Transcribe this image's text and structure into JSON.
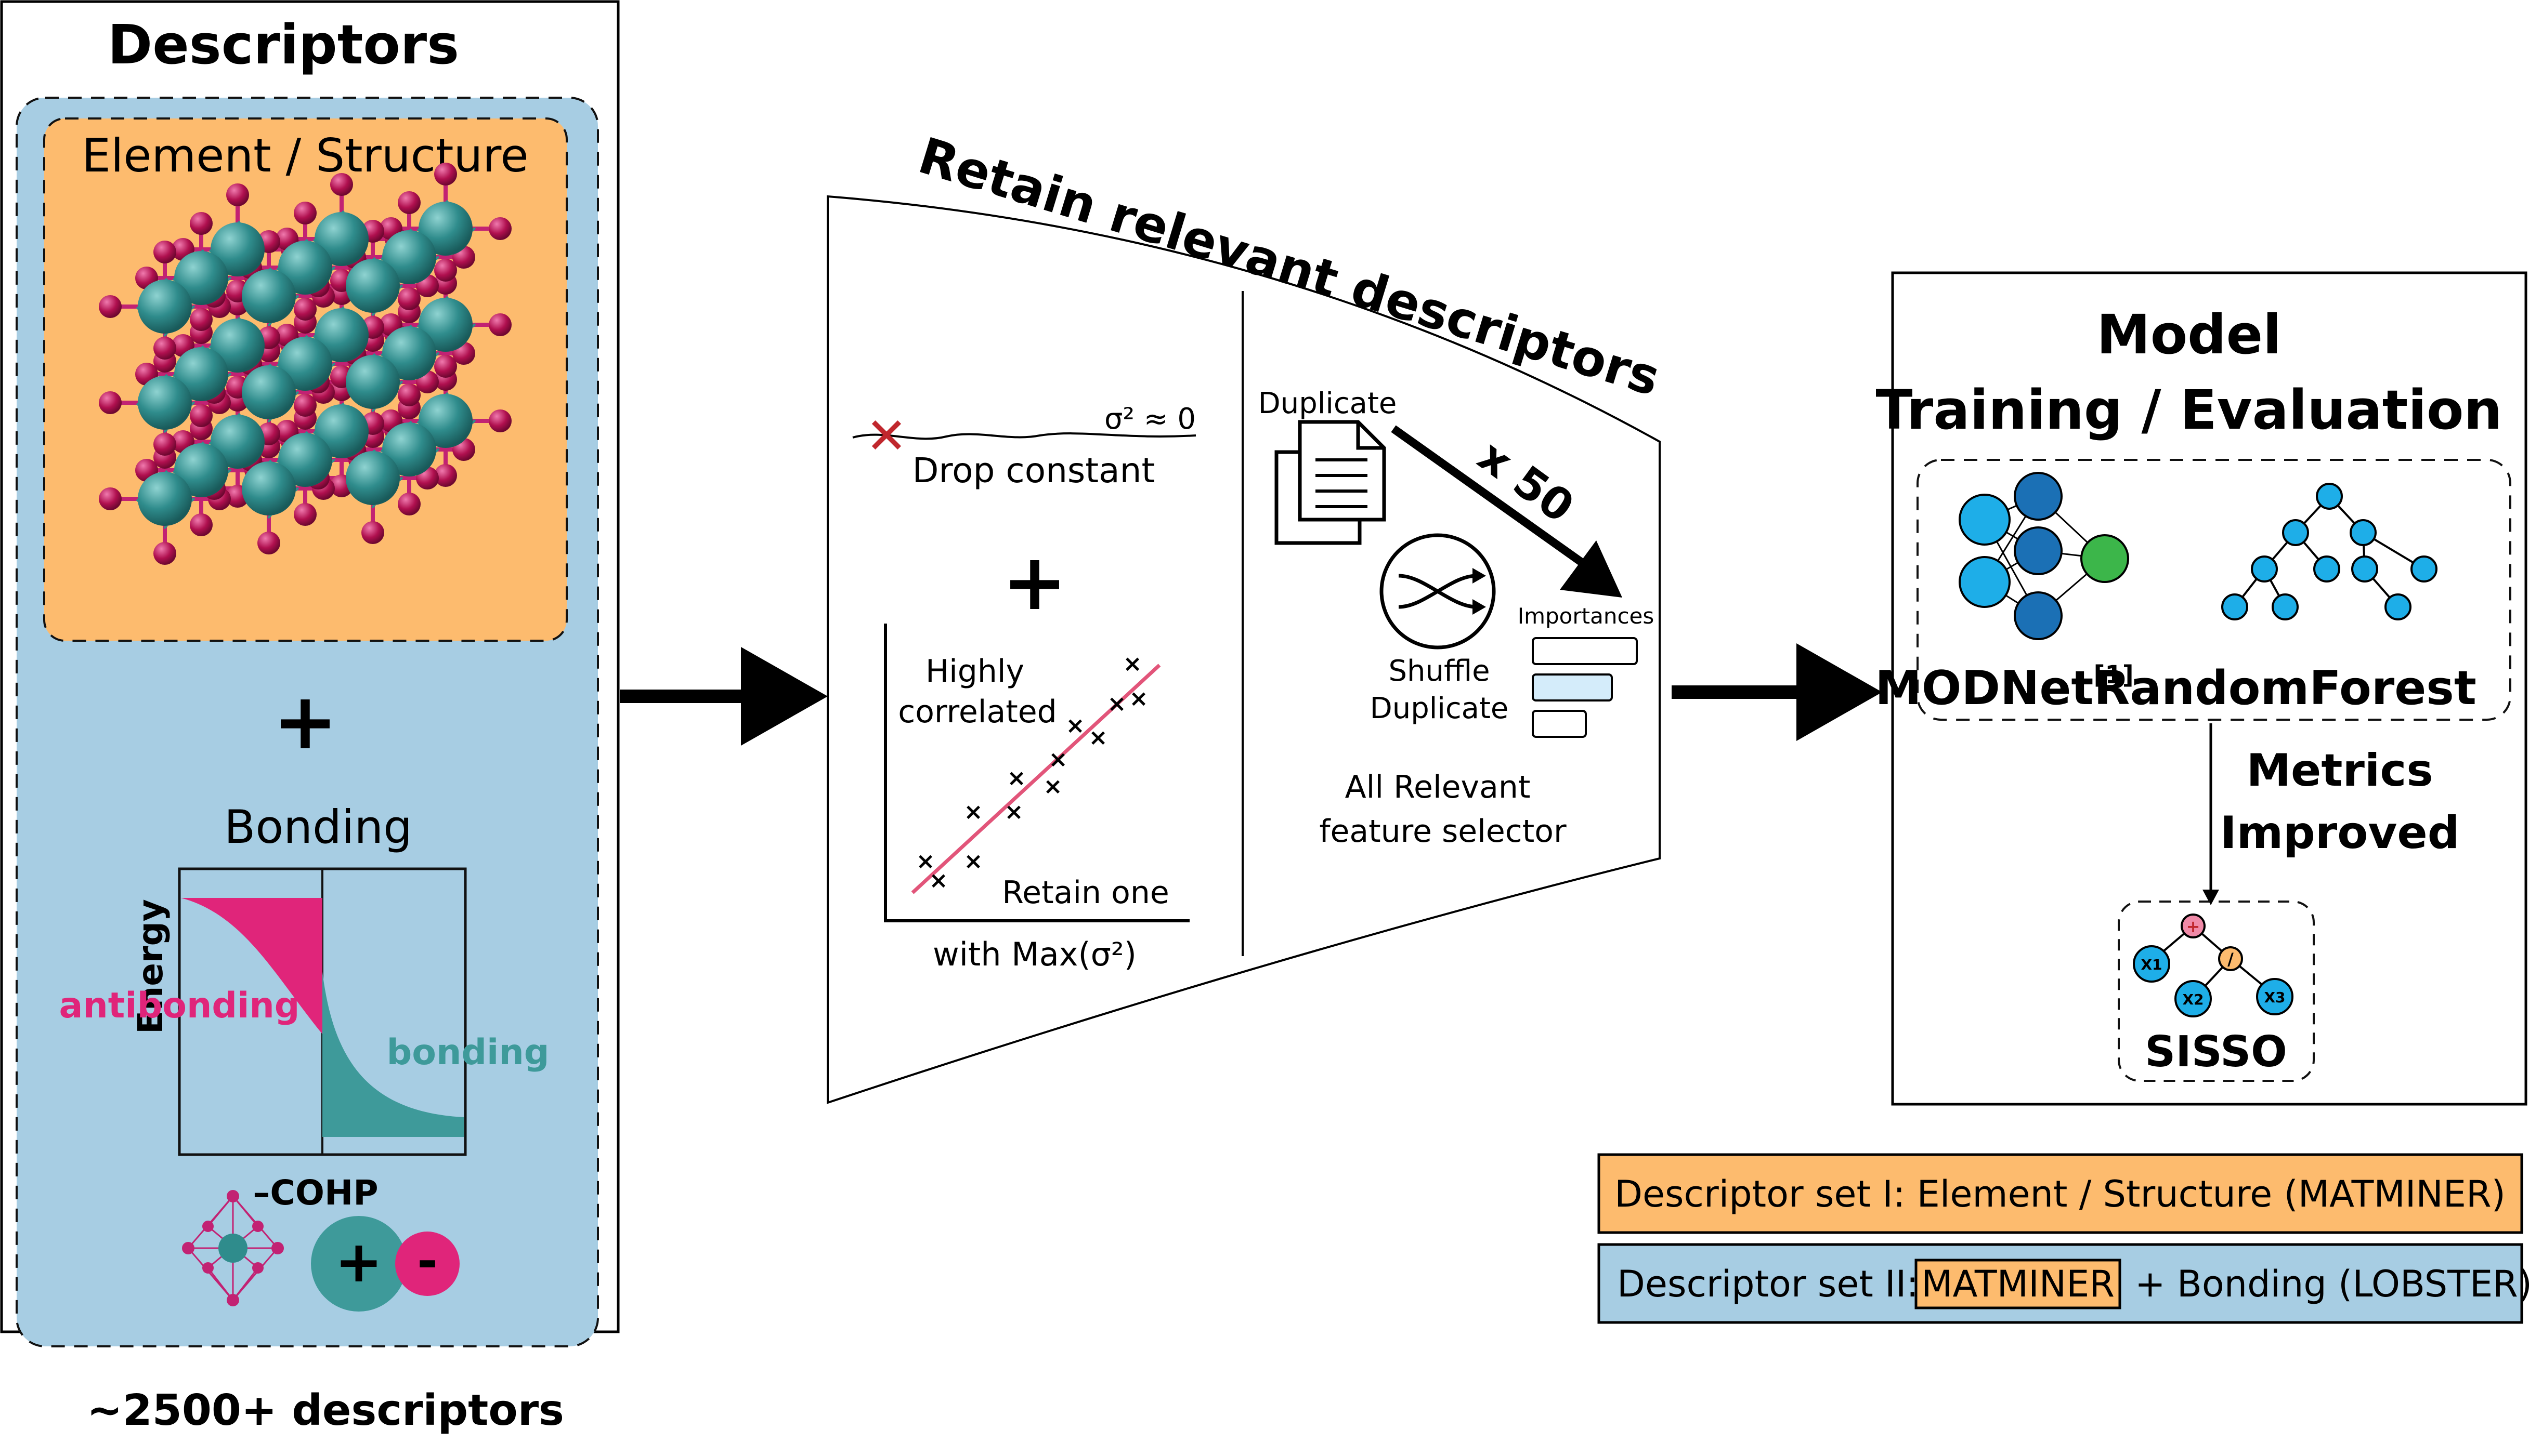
{
  "descriptors": {
    "title": "Descriptors",
    "element_structure_label": "Element / Structure",
    "plus": "+",
    "bonding_label": "Bonding",
    "energy_axis": "Energy",
    "antibonding": "antibonding",
    "bonding": "bonding",
    "cohp_axis": "–COHP",
    "plus_sign": "+",
    "minus_sign": "-",
    "count": "~2500+ descriptors"
  },
  "selection": {
    "title": "Retain relevant descriptors",
    "sigma_label": "σ² ≈ 0",
    "drop_constant": "Drop constant",
    "plus": "+",
    "highly": "Highly",
    "correlated": "correlated",
    "retain_one": "Retain one",
    "with_max": "with Max(σ²)",
    "duplicate": "Duplicate",
    "times": "x 50",
    "shuffle": "Shuffle",
    "shuffle_duplicate": "Duplicate",
    "importances": "Importances",
    "all_relevant_1": "All Relevant",
    "all_relevant_2": "feature selector"
  },
  "model": {
    "title_1": "Model",
    "title_2": "Training / Evaluation",
    "modnet": "MODNet",
    "modnet_ref": "[1]",
    "random_forest": "RandomForest",
    "metrics_1": "Metrics",
    "metrics_2": "Improved",
    "sisso": "SISSO",
    "tree_root": "+",
    "tree_div": "/",
    "x1": "X1",
    "x2": "X2",
    "x3": "X3"
  },
  "legend": {
    "set1": "Descriptor set I: Element / Structure (MATMINER)",
    "set2_prefix": "Descriptor set II:",
    "set2_box": "MATMINER",
    "set2_suffix": "+ Bonding (LOBSTER)"
  },
  "colors": {
    "orange": "#fdbb6e",
    "blue": "#a7cde3",
    "magenta": "#e0257a",
    "teal": "#3e9a9a",
    "light_blue_node": "#1eaee8",
    "dark_blue_node": "#1b70b5",
    "green_node": "#3cb64a",
    "scatter_line": "#e2557a"
  }
}
